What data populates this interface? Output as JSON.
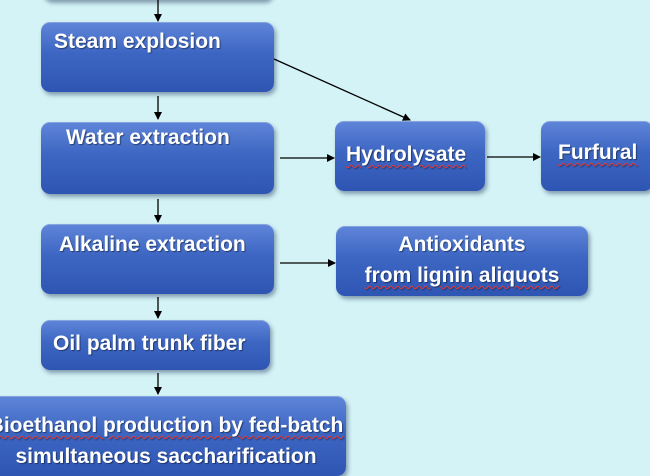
{
  "diagram": {
    "nodes": {
      "steam_explosion": "Steam explosion",
      "water_extraction": "Water extraction",
      "hydrolysate": "Hydrolysate",
      "furfural": "Furfural",
      "alkaline_extraction": "Alkaline extraction",
      "antioxidants_line1": "Antioxidants",
      "antioxidants_line2": "from lignin aliquots",
      "oil_palm_trunk_fiber": "Oil palm trunk fiber",
      "bioethanol_line1": "Bioethanol production by fed-batch",
      "bioethanol_line2": "simultaneous saccharification"
    },
    "edges": [
      [
        "top",
        "steam_explosion"
      ],
      [
        "steam_explosion",
        "water_extraction"
      ],
      [
        "steam_explosion",
        "hydrolysate"
      ],
      [
        "water_extraction",
        "hydrolysate"
      ],
      [
        "hydrolysate",
        "furfural"
      ],
      [
        "water_extraction",
        "alkaline_extraction"
      ],
      [
        "alkaline_extraction",
        "antioxidants"
      ],
      [
        "alkaline_extraction",
        "oil_palm_trunk_fiber"
      ],
      [
        "oil_palm_trunk_fiber",
        "bioethanol"
      ]
    ],
    "colors": {
      "background": "#d4f3f6",
      "box": "#3d66c3",
      "text": "#ffffff",
      "arrow": "#000000",
      "spellcheck": "#e23838"
    }
  }
}
